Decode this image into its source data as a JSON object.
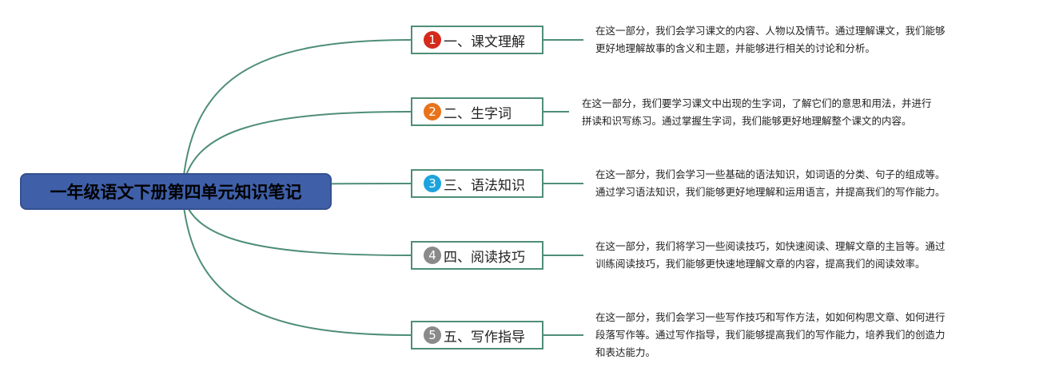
{
  "root": {
    "title": "一年级语文下册第四单元知识笔记"
  },
  "colors": {
    "connector": "#4e8e76",
    "root_fill": "#3f5fa8"
  },
  "branches": [
    {
      "number": "1",
      "badge_color": "#d42a1c",
      "label": "一、课文理解",
      "desc_lines": [
        "在这一部分，我们会学习课文的内容、人物以及情节。通过理解课文，我们能够",
        "更好地理解故事的含义和主题，并能够进行相关的讨论和分析。"
      ]
    },
    {
      "number": "2",
      "badge_color": "#e8731a",
      "label": "二、生字词",
      "desc_lines": [
        "在这一部分，我们要学习课文中出现的生字词，了解它们的意思和用法，并进行",
        "拼读和识写练习。通过掌握生字词，我们能够更好地理解整个课文的内容。"
      ]
    },
    {
      "number": "3",
      "badge_color": "#1ea3dc",
      "label": "三、语法知识",
      "desc_lines": [
        "在这一部分，我们会学习一些基础的语法知识，如词语的分类、句子的组成等。",
        "通过学习语法知识，我们能够更好地理解和运用语言，并提高我们的写作能力。"
      ]
    },
    {
      "number": "4",
      "badge_color": "#8a8a8a",
      "label": "四、阅读技巧",
      "desc_lines": [
        "在这一部分，我们将学习一些阅读技巧，如快速阅读、理解文章的主旨等。通过",
        "训练阅读技巧，我们能够更快速地理解文章的内容，提高我们的阅读效率。"
      ]
    },
    {
      "number": "5",
      "badge_color": "#8a8a8a",
      "label": "五、写作指导",
      "desc_lines": [
        "在这一部分，我们会学习一些写作技巧和写作方法，如如何构思文章、如何进行",
        "段落写作等。通过写作指导，我们能够提高我们的写作能力，培养我们的创造力",
        "和表达能力。"
      ]
    }
  ]
}
